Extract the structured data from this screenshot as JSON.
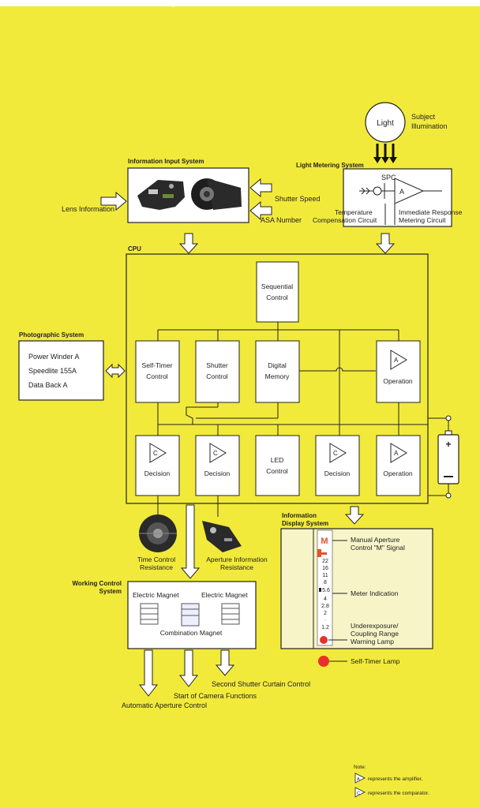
{
  "title": "Electronic Circuit Block Diagram",
  "labels": {
    "light": "Light",
    "subject_1": "Subject",
    "subject_2": "Illumination",
    "light_metering": "Light Metering System",
    "spc": "SPC",
    "amp_a": "A",
    "temp_comp_1": "Temperature",
    "temp_comp_2": "Compensation Circuit",
    "immediate_1": "Immediate Response",
    "immediate_2": "Metering Circuit",
    "info_input": "Information Input System",
    "lens_information": "Lens Information",
    "shutter_speed": "Shutter Speed",
    "asa_number": "ASA Number",
    "cpu": "CPU",
    "battery_plus": "+",
    "photographic": "Photographic System",
    "time_resist_1": "Time Control",
    "time_resist_2": "Resistance",
    "aperture_resist_1": "Aperture Information",
    "aperture_resist_2": "Resistance",
    "working_1": "Working Control",
    "working_2": "System",
    "electric_magnet_1": "Electric Magnet",
    "electric_magnet_2": "Electric Magnet",
    "combination_magnet": "Combination Magnet",
    "second_curtain": "Second Shutter Curtain Control",
    "camera_functions": "Start of Camera Functions",
    "auto_aperture": "Automatic Aperture Control",
    "display_1": "Information",
    "display_2": "Display System"
  },
  "blocks": {
    "sequential": {
      "line1": "Sequential",
      "line2": "Control"
    },
    "self_timer": {
      "line1": "Self-Timer",
      "line2": "Control"
    },
    "shutter": {
      "line1": "Shutter",
      "line2": "Control"
    },
    "memory": {
      "line1": "Digital",
      "line2": "Memory"
    },
    "operation1": {
      "symbol": "A",
      "label": "Operation"
    },
    "decision1": {
      "symbol": "C",
      "label": "Decision"
    },
    "decision2": {
      "symbol": "C",
      "label": "Decision"
    },
    "led": {
      "line1": "LED",
      "line2": "Control"
    },
    "decision3": {
      "symbol": "C",
      "label": "Decision"
    },
    "operation2": {
      "symbol": "A",
      "label": "Operation"
    }
  },
  "photographic_items": [
    "Power Winder A",
    "Speedlite 155A",
    "Data Back A"
  ],
  "display": {
    "m_symbol": "M",
    "scale": [
      "22",
      "16",
      "11",
      "8",
      "5.6",
      "4",
      "2.8",
      "2",
      "·",
      "1.2"
    ],
    "manual_aperture_1": "Manual  Aperture",
    "manual_aperture_2": "Control \"M\" Signal",
    "meter_indication": "Meter Indication",
    "underexposure_1": "Underexposure/",
    "underexposure_2": "Coupling Range",
    "underexposure_3": "Warning  Lamp",
    "self_timer_lamp": "Self-Timer Lamp"
  },
  "note": {
    "title": "Note:",
    "amp_symbol": "A",
    "amplifier": "represents the amplifier,",
    "comp_symbol": "C",
    "comparator": "represents the comparator."
  },
  "colors": {
    "background": "#f2ea3a",
    "lamp_red": "#e8302a",
    "signal_orange": "#e8502a"
  }
}
